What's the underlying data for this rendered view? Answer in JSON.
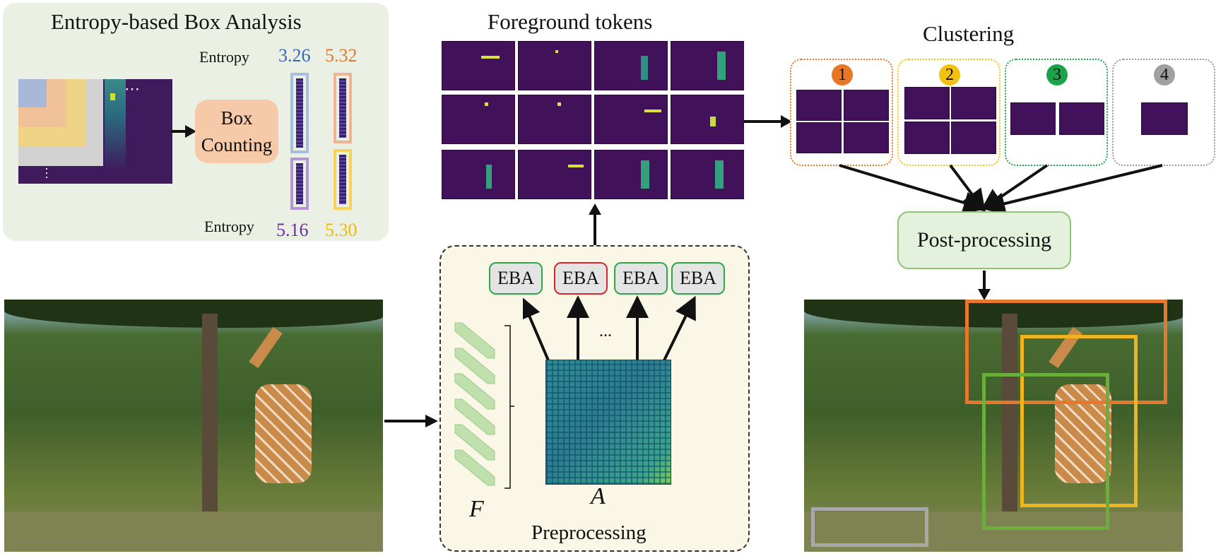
{
  "eba_panel": {
    "title": "Entropy-based Box Analysis",
    "box_counting": [
      "Box",
      "Counting"
    ],
    "entropy_label": "Entropy",
    "entropy_top": [
      "3.26",
      "5.32"
    ],
    "entropy_bottom": [
      "5.16",
      "5.30"
    ],
    "ellipsis": "⋯",
    "colors": {
      "blue": "#3a67b4",
      "orange": "#e07a30",
      "purple": "#6b2fa6",
      "yellow": "#f2b80a"
    }
  },
  "foreground": {
    "title": "Foreground tokens"
  },
  "clustering": {
    "title": "Clustering",
    "groups": [
      {
        "num": "1",
        "color": "#e87625",
        "tiles": 4
      },
      {
        "num": "2",
        "color": "#f4c10f",
        "tiles": 4
      },
      {
        "num": "3",
        "color": "#1aa34a",
        "tiles": 2
      },
      {
        "num": "4",
        "color": "#9a9a9a",
        "tiles": 1
      }
    ]
  },
  "postprocessing": {
    "label": "Post-processing"
  },
  "preprocessing": {
    "label": "Preprocessing",
    "f_symbol": "F",
    "a_symbol": "A",
    "ellipsis": "...",
    "eba_boxes": [
      {
        "label": "EBA",
        "border": "#2aa84a"
      },
      {
        "label": "EBA",
        "border": "#d6262e"
      },
      {
        "label": "EBA",
        "border": "#2aa84a"
      },
      {
        "label": "EBA",
        "border": "#2aa84a"
      }
    ]
  },
  "detection_boxes": [
    {
      "color": "#e8772e"
    },
    {
      "color": "#f2b41c"
    },
    {
      "color": "#6aae3c"
    },
    {
      "color": "#a8a8a8"
    }
  ]
}
